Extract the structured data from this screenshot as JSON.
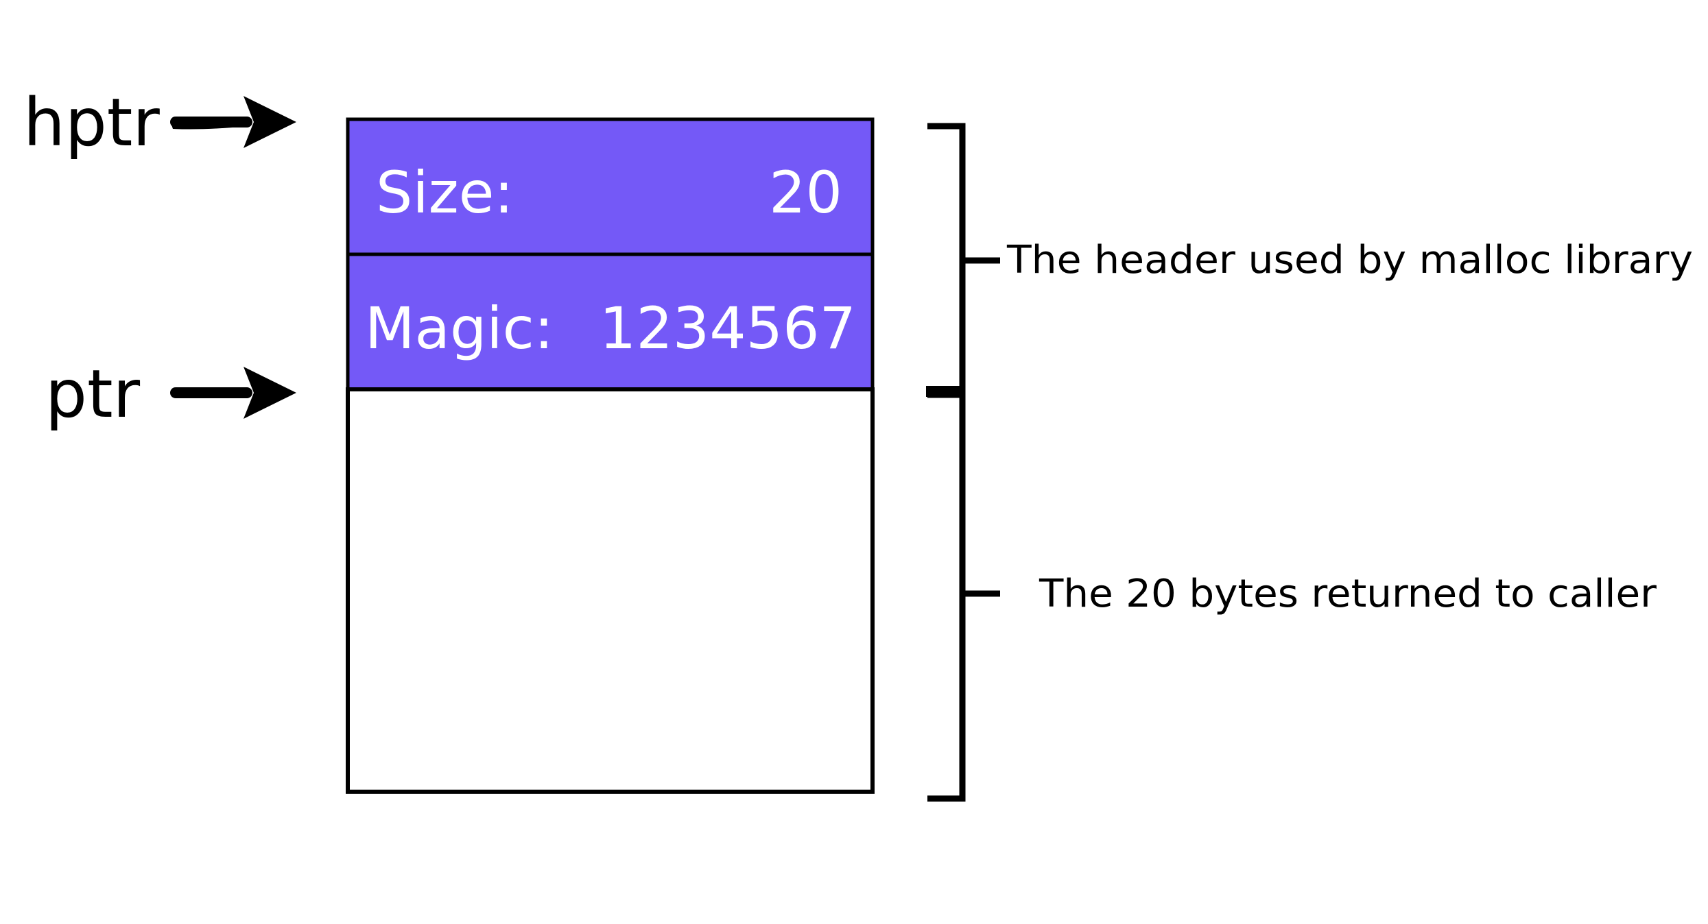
{
  "pointers": {
    "hptr": "hptr",
    "ptr": "ptr"
  },
  "header_fields": [
    {
      "label": "Size:",
      "value": "20"
    },
    {
      "label": "Magic:",
      "value": "1234567"
    }
  ],
  "annotations": {
    "header": "The header used by malloc library",
    "payload": "The 20 bytes returned to caller"
  },
  "colors": {
    "header_fill": "#7459F7",
    "header_text": "#FFFFFF",
    "stroke": "#000000",
    "payload_fill": "#FFFFFF"
  },
  "icons": {
    "pointer_arrow": "right-arrow-icon",
    "brace": "right-bracket"
  }
}
